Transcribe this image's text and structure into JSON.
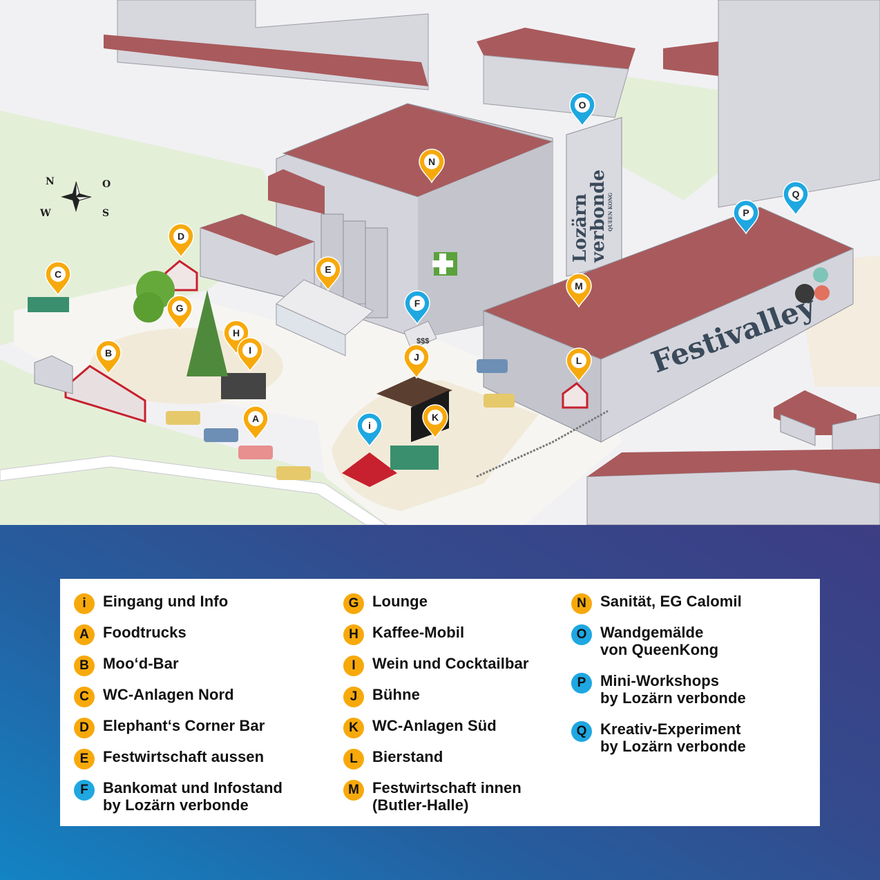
{
  "colors": {
    "orange_marker": "#f7a90c",
    "blue_marker": "#1ea7e1",
    "roof": "#a95a5c",
    "building_wall": "#d4d4dc",
    "grass": "#e3efd6",
    "plaza": "#f2ede3"
  },
  "map": {
    "building_sign_festivalley": "Festivalley",
    "building_sign_lozarn_line1": "Lozärn",
    "building_sign_lozarn_line2": "verbonde",
    "building_sign_queenkong": "QUEEN KONG",
    "atm_sign": "$$$",
    "compass": [
      "N",
      "O",
      "S",
      "W"
    ],
    "markers": [
      {
        "letter": "A",
        "color": "orange"
      },
      {
        "letter": "B",
        "color": "orange"
      },
      {
        "letter": "C",
        "color": "orange"
      },
      {
        "letter": "D",
        "color": "orange"
      },
      {
        "letter": "E",
        "color": "orange"
      },
      {
        "letter": "F",
        "color": "blue"
      },
      {
        "letter": "G",
        "color": "orange"
      },
      {
        "letter": "H",
        "color": "orange"
      },
      {
        "letter": "I",
        "color": "orange"
      },
      {
        "letter": "J",
        "color": "orange"
      },
      {
        "letter": "K",
        "color": "orange"
      },
      {
        "letter": "L",
        "color": "orange"
      },
      {
        "letter": "M",
        "color": "orange"
      },
      {
        "letter": "N",
        "color": "orange"
      },
      {
        "letter": "O",
        "color": "blue"
      },
      {
        "letter": "P",
        "color": "blue"
      },
      {
        "letter": "Q",
        "color": "blue"
      },
      {
        "letter": "i",
        "color": "blue"
      }
    ]
  },
  "legend": {
    "col1": [
      {
        "key": "i",
        "color": "orange",
        "label": "Eingang und Info"
      },
      {
        "key": "A",
        "color": "orange",
        "label": "Foodtrucks"
      },
      {
        "key": "B",
        "color": "orange",
        "label": "Moo‘d-Bar"
      },
      {
        "key": "C",
        "color": "orange",
        "label": "WC-Anlagen Nord"
      },
      {
        "key": "D",
        "color": "orange",
        "label": "Elephant‘s Corner Bar"
      },
      {
        "key": "E",
        "color": "orange",
        "label": "Festwirtschaft aussen"
      },
      {
        "key": "F",
        "color": "blue",
        "label": "Bankomat und Infostand\nby Lozärn verbonde"
      }
    ],
    "col2": [
      {
        "key": "G",
        "color": "orange",
        "label": "Lounge"
      },
      {
        "key": "H",
        "color": "orange",
        "label": "Kaffee-Mobil"
      },
      {
        "key": "I",
        "color": "orange",
        "label": "Wein und Cocktailbar"
      },
      {
        "key": "J",
        "color": "orange",
        "label": "Bühne"
      },
      {
        "key": "K",
        "color": "orange",
        "label": "WC-Anlagen Süd"
      },
      {
        "key": "L",
        "color": "orange",
        "label": "Bierstand"
      },
      {
        "key": "M",
        "color": "orange",
        "label": "Festwirtschaft innen\n(Butler-Halle)"
      }
    ],
    "col3": [
      {
        "key": "N",
        "color": "orange",
        "label": "Sanität, EG Calomil"
      },
      {
        "key": "O",
        "color": "blue",
        "label": "Wandgemälde\nvon QueenKong"
      },
      {
        "key": "P",
        "color": "blue",
        "label": "Mini-Workshops\nby Lozärn verbonde"
      },
      {
        "key": "Q",
        "color": "blue",
        "label": "Kreativ-Experiment\nby Lozärn verbonde"
      }
    ]
  }
}
